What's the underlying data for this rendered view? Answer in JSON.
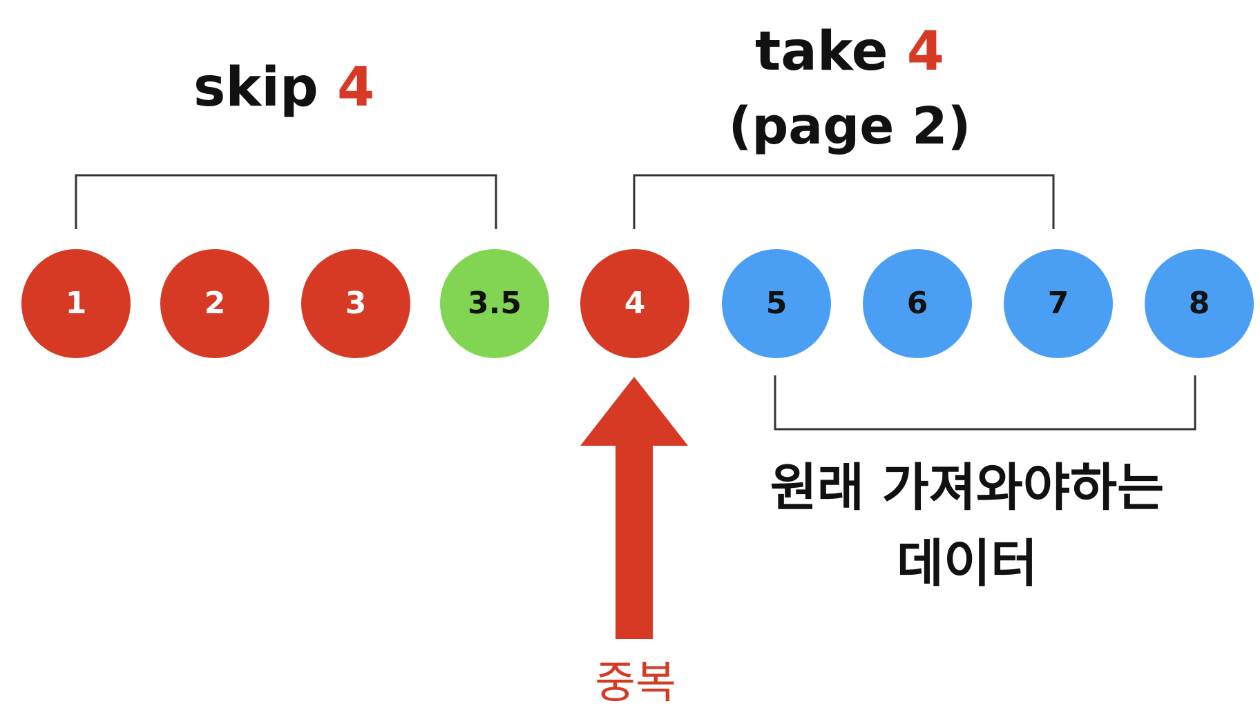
{
  "labels": {
    "skip_word": "skip",
    "skip_count": "4",
    "take_word": "take",
    "take_count": "4",
    "page_text": "(page 2)",
    "original_line1": "원래 가져와야하는",
    "original_line2": "데이터",
    "duplicate_text": "중복"
  },
  "circles": [
    {
      "label": "1",
      "kind": "skipped"
    },
    {
      "label": "2",
      "kind": "skipped"
    },
    {
      "label": "3",
      "kind": "skipped"
    },
    {
      "label": "3.5",
      "kind": "inserted"
    },
    {
      "label": "4",
      "kind": "duplicate"
    },
    {
      "label": "5",
      "kind": "taken"
    },
    {
      "label": "6",
      "kind": "taken"
    },
    {
      "label": "7",
      "kind": "taken"
    },
    {
      "label": "8",
      "kind": "taken"
    }
  ],
  "colors": {
    "red": "#d63a25",
    "green": "#81d552",
    "blue": "#4a9ff5",
    "text": "#111111",
    "bracket": "#333333"
  }
}
